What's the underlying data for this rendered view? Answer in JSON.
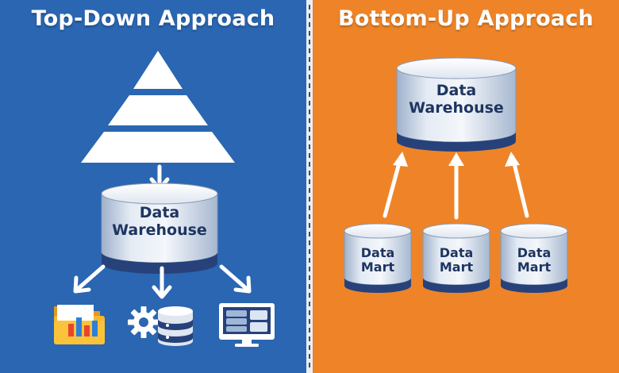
{
  "top_down": {
    "title": "Top-Down Approach",
    "warehouse": {
      "line1": "Data",
      "line2": "Warehouse"
    },
    "outputs": [
      "folder-chart-icon",
      "gear-database-icon",
      "monitor-dashboard-icon"
    ]
  },
  "bottom_up": {
    "title": "Bottom-Up Approach",
    "warehouse": {
      "line1": "Data",
      "line2": "Warehouse"
    },
    "marts": [
      {
        "line1": "Data",
        "line2": "Mart"
      },
      {
        "line1": "Data",
        "line2": "Mart"
      },
      {
        "line1": "Data",
        "line2": "Mart"
      }
    ]
  },
  "colors": {
    "left_bg": "#2a66b1",
    "right_bg": "#ee8427",
    "cylinder_band": "#27427a",
    "label": "#1e3560"
  }
}
